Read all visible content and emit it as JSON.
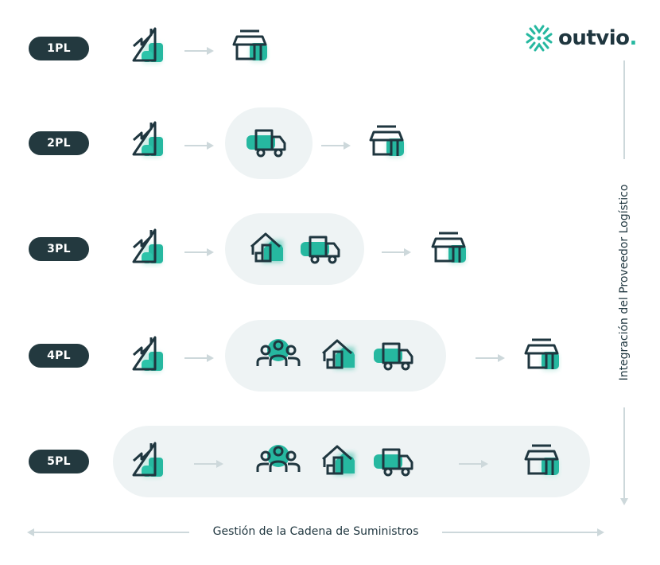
{
  "brand": {
    "name": "outvio",
    "dot": ".",
    "icon": "snowflake-burst-logo",
    "accent": "#26b8a0",
    "dark": "#23393f"
  },
  "rows": [
    {
      "label": "1PL",
      "flow": [
        "factory-icon",
        "arrow",
        "store-icon"
      ]
    },
    {
      "label": "2PL",
      "flow": [
        "factory-icon",
        "arrow",
        "[truck-icon]",
        "arrow",
        "store-icon"
      ]
    },
    {
      "label": "3PL",
      "flow": [
        "factory-icon",
        "arrow",
        "[warehouse-icon, truck-icon]",
        "arrow",
        "store-icon"
      ]
    },
    {
      "label": "4PL",
      "flow": [
        "factory-icon",
        "arrow",
        "[people-icon, warehouse-icon, truck-icon]",
        "arrow",
        "store-icon"
      ]
    },
    {
      "label": "5PL",
      "flow": [
        "[factory-icon",
        "arrow",
        "people-icon, warehouse-icon, truck-icon",
        "arrow",
        "store-icon]"
      ]
    }
  ],
  "axes": {
    "vertical": "Integración del Proveedor Logístico",
    "horizontal": "Gestión de la Cadena de Suministros"
  },
  "colors": {
    "teal": "#26b8a0",
    "capsule": "#eef3f4",
    "arrow": "#cdd8db",
    "stroke": "#1f363f"
  }
}
